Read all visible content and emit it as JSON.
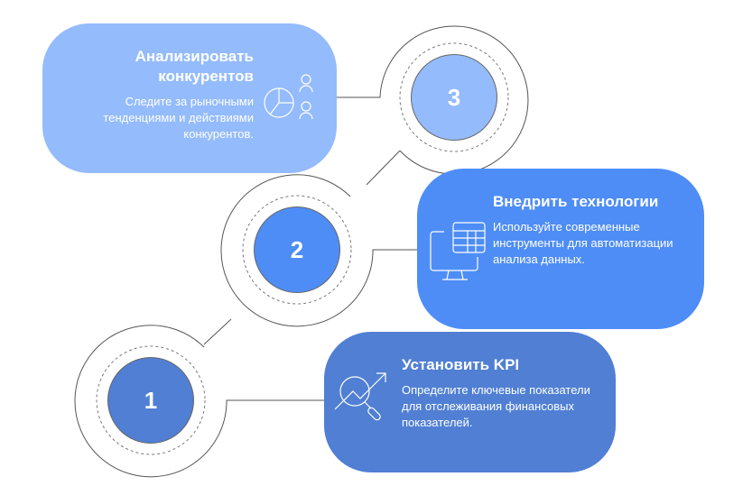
{
  "colors": {
    "step3": "#94BBFB",
    "step2": "#4E8DF5",
    "step1": "#507FD4",
    "line": "#555555"
  },
  "steps": [
    {
      "number": "1",
      "title": "Установить KPI",
      "description": "Определите ключевые показатели для отслеживания финансовых показателей.",
      "icon": "chart-magnifier-icon"
    },
    {
      "number": "2",
      "title": "Внедрить технологии",
      "description": "Используйте современные инструменты для автоматизации анализа данных.",
      "icon": "monitor-table-icon"
    },
    {
      "number": "3",
      "title": "Анализировать конкурентов",
      "description": "Следите за рыночными тенденциями и действиями конкурентов.",
      "icon": "pie-chart-users-icon"
    }
  ]
}
